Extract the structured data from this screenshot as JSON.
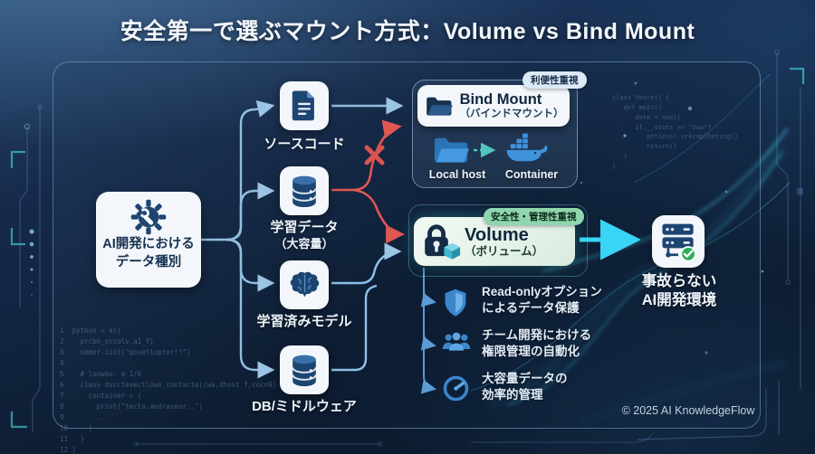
{
  "title": "安全第一で選ぶマウント方式：Volume vs Bind Mount",
  "source": {
    "line1": "AI開発における",
    "line2": "データ種別"
  },
  "types": {
    "source_code": {
      "label": "ソースコード"
    },
    "training_data": {
      "label": "学習データ",
      "sublabel": "（大容量）"
    },
    "trained_model": {
      "label": "学習済みモデル"
    },
    "db_middleware": {
      "label": "DB/ミドルウェア"
    }
  },
  "bind_mount": {
    "badge": "利便性重視",
    "title": "Bind Mount",
    "subtitle": "（バインドマウント）",
    "local_host": "Local host",
    "container": "Container"
  },
  "volume": {
    "badge": "安全性・管理性重視",
    "title": "Volume",
    "subtitle": "（ボリューム）",
    "benefits": [
      {
        "line1": "Read-onlyオプション",
        "line2": "によるデータ保護"
      },
      {
        "line1": "チーム開発における",
        "line2": "権限管理の自動化"
      },
      {
        "line1": "大容量データの",
        "line2": "効率的管理"
      }
    ]
  },
  "outcome": {
    "line1": "事故らない",
    "line2": "AI開発環境"
  },
  "footer": {
    "copyright": "© 2025 AI KnowledgeFlow"
  },
  "decor": {
    "code_left": "1  python = ai|\n2    prcbn_sccolv.a1_f)\n3    nomer.zist(\"gosetlopter!!\")\n4\n5    # lonwov. a 1/k\n6    class dvcctevectlows_contacte(cwa,dhost_f,cocn9) {\n7      container = (\n8        print(\"tecta.andraseor..\")\n9        ...\n10     )\n11   }\n12 }",
    "code_right": "class Vesce() {\n   def meIn()\n      date = nov()\n      if.__stots == \"Vaw\"?\n         petless(.vrkcaplbeting()\n         return()\n   )\n}"
  },
  "colors": {
    "accent_red": "#df5752",
    "accent_cyan": "#38d5f5",
    "accent_blue": "#93bede",
    "mint_badge": "#8fd6ae",
    "panel_border": "#8cb4dc"
  }
}
